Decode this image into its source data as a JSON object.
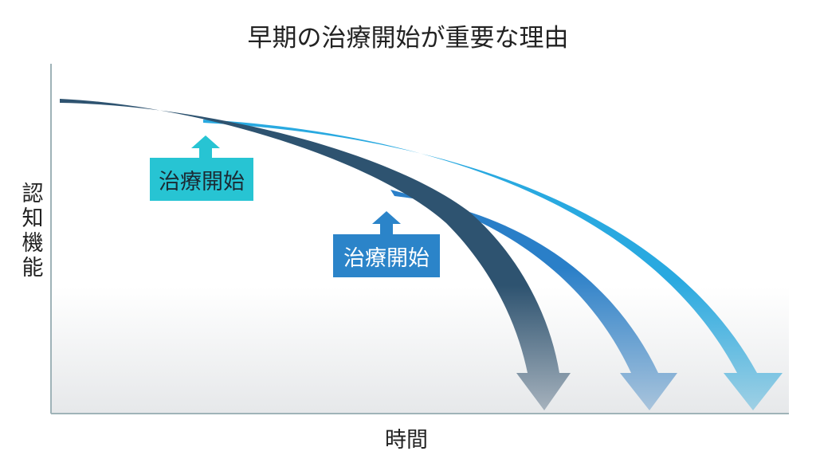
{
  "title": "早期の治療開始が重要な理由",
  "y_axis_label": "認知機能",
  "x_axis_label": "時間",
  "labels": [
    {
      "text": "治療開始",
      "color": "#27c4d3"
    },
    {
      "text": "治療開始",
      "color": "#2b84c9"
    }
  ],
  "colors": {
    "untreated": "#2e5370",
    "late_treatment": "#2a7fc8",
    "early_treatment": "#29a9e0"
  }
}
